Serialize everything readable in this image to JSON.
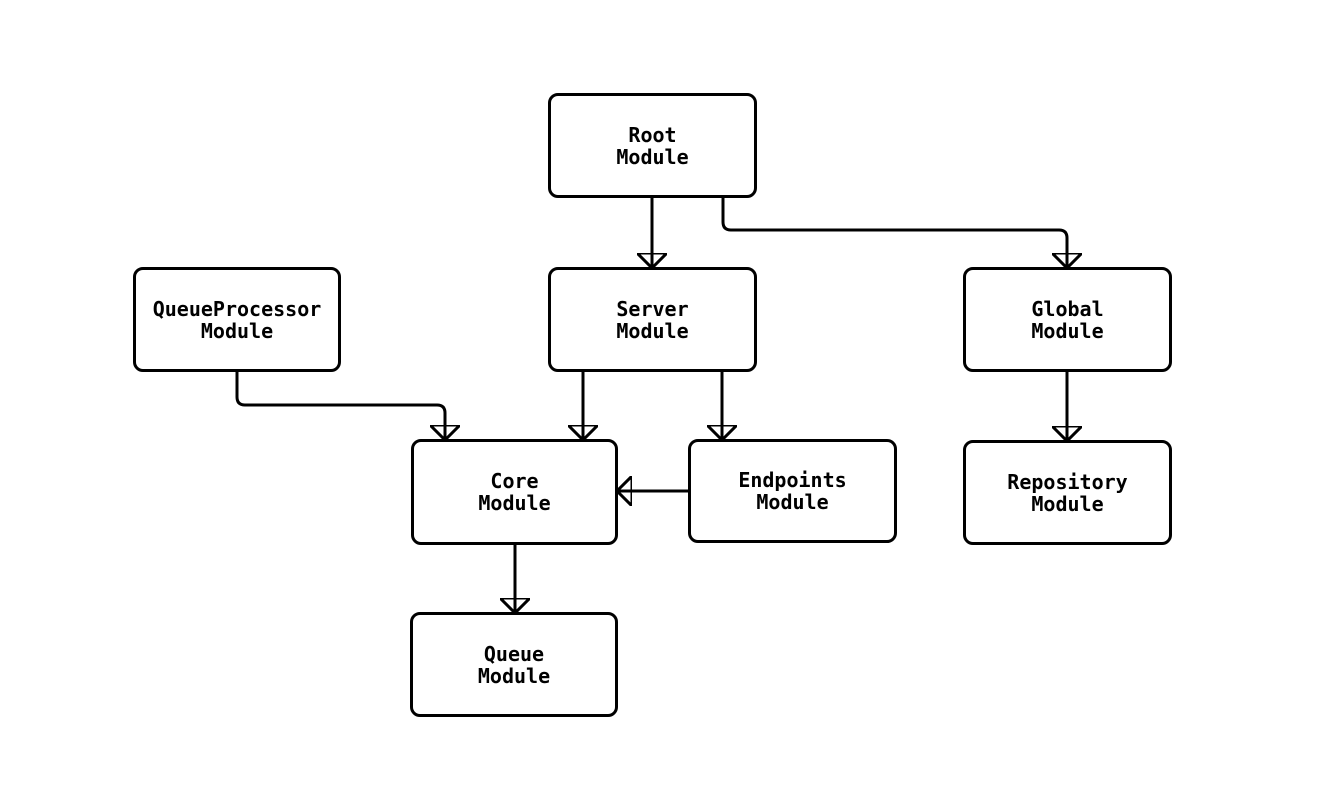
{
  "diagram": {
    "type": "flowchart",
    "background_color": "#ffffff",
    "line_color": "#000000",
    "text_color": "#000000",
    "node_fill_color": "#ffffff",
    "nodes": [
      {
        "id": "root",
        "line1": "Root",
        "line2": "Module"
      },
      {
        "id": "queueprocessor",
        "line1": "QueueProcessor",
        "line2": "Module"
      },
      {
        "id": "server",
        "line1": "Server",
        "line2": "Module"
      },
      {
        "id": "global",
        "line1": "Global",
        "line2": "Module"
      },
      {
        "id": "core",
        "line1": "Core",
        "line2": "Module"
      },
      {
        "id": "endpoints",
        "line1": "Endpoints",
        "line2": "Module"
      },
      {
        "id": "repository",
        "line1": "Repository",
        "line2": "Module"
      },
      {
        "id": "queue",
        "line1": "Queue",
        "line2": "Module"
      }
    ],
    "edges": [
      {
        "from": "Root Module",
        "to": "Server Module"
      },
      {
        "from": "Root Module",
        "to": "Global Module"
      },
      {
        "from": "QueueProcessor Module",
        "to": "Core Module"
      },
      {
        "from": "Server Module",
        "to": "Core Module"
      },
      {
        "from": "Server Module",
        "to": "Endpoints Module"
      },
      {
        "from": "Global Module",
        "to": "Repository Module"
      },
      {
        "from": "Endpoints Module",
        "to": "Core Module"
      },
      {
        "from": "Core Module",
        "to": "Queue Module"
      }
    ]
  }
}
